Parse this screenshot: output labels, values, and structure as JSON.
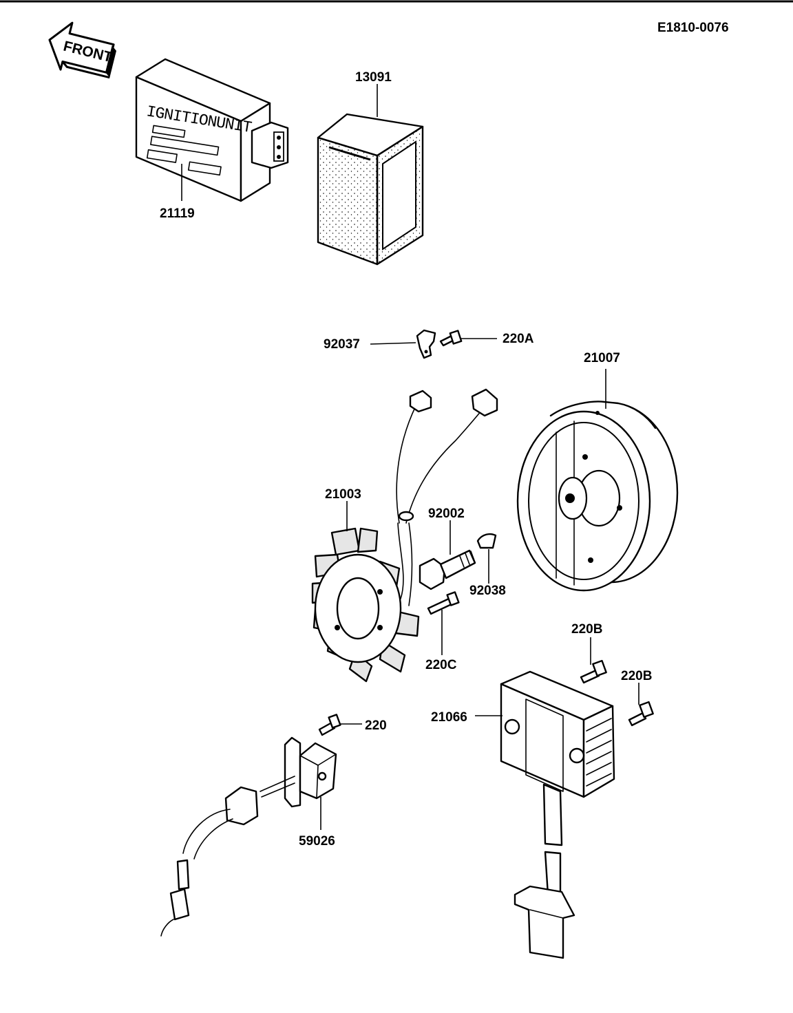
{
  "diagram_id": "E1810-0076",
  "front_arrow": {
    "label": "FRONT",
    "icon": "front-direction-arrow-icon"
  },
  "ignition_unit_marking": "IGNITIONUNIT",
  "parts": {
    "ignition_unit": "21119",
    "foam_cover": "13091",
    "clamp": "92037",
    "screw_220a": "220A",
    "rotor": "21007",
    "stator": "21003",
    "rotor_bolt": "92002",
    "woodruff_key": "92038",
    "screw_220c": "220C",
    "screw_220b_top": "220B",
    "screw_220b_right": "220B",
    "regulator": "21066",
    "screw_220": "220",
    "pickup_coil": "59026"
  },
  "colors": {
    "ink": "#000000",
    "paper": "#ffffff"
  }
}
